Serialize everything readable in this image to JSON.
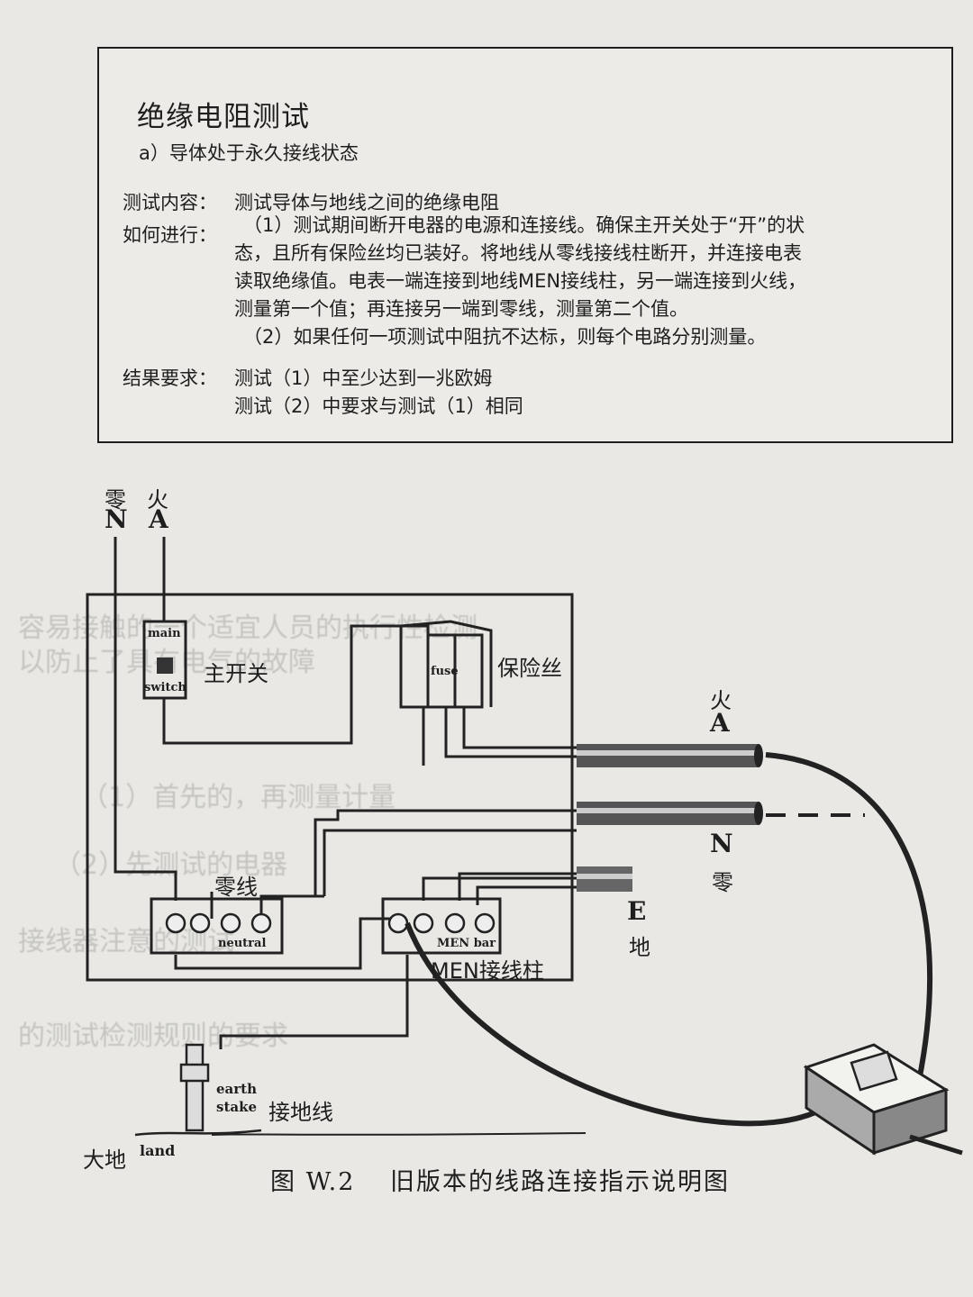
{
  "box": {
    "title": "绝缘电阻测试",
    "subtitle": "a）导体处于永久接线状态",
    "test_content_label": "测试内容：",
    "test_content": "测试导体与地线之间的绝缘电阻",
    "how_label": "如何进行：",
    "how_lines": [
      "（1）测试期间断开电器的电源和连接线。确保主开关处于“开”的状",
      "态，且所有保险丝均已装好。将地线从零线接线柱断开，并连接电表",
      "读取绝缘值。电表一端连接到地线MEN接线柱，另一端连接到火线，",
      "测量第一个值；再连接另一端到零线，测量第二个值。",
      "（2）如果任何一项测试中阻抗不达标，则每个电路分别测量。"
    ],
    "result_label": "结果要求：",
    "result_lines": [
      "测试（1）中至少达到一兆欧姆",
      "测试（2）中要求与测试（1）相同"
    ]
  },
  "diagram": {
    "neutral_cn": "零",
    "neutral_letter": "N",
    "active_cn": "火",
    "active_letter": "A",
    "switch_main": "main",
    "switch_label": "switch",
    "main_switch_cn": "主开关",
    "fuse_label": "fuse",
    "fuse_cn": "保险丝",
    "right_active_cn": "火",
    "right_active_letter": "A",
    "right_neutral_letter": "N",
    "right_neutral_cn": "零",
    "earth_letter": "E",
    "earth_cn": "地",
    "neutral_wire_cn": "零线",
    "neutral_bar_label": "neutral",
    "men_bar_label": "MEN bar",
    "men_bar_cn": "MEN接线柱",
    "earth_stake_1": "earth",
    "earth_stake_2": "stake",
    "earth_wire_cn": "接地线",
    "ground_cn": "大地",
    "land": "land"
  },
  "caption": {
    "prefix": "图",
    "number": "W.2",
    "text": "旧版本的线路连接指示说明图"
  }
}
